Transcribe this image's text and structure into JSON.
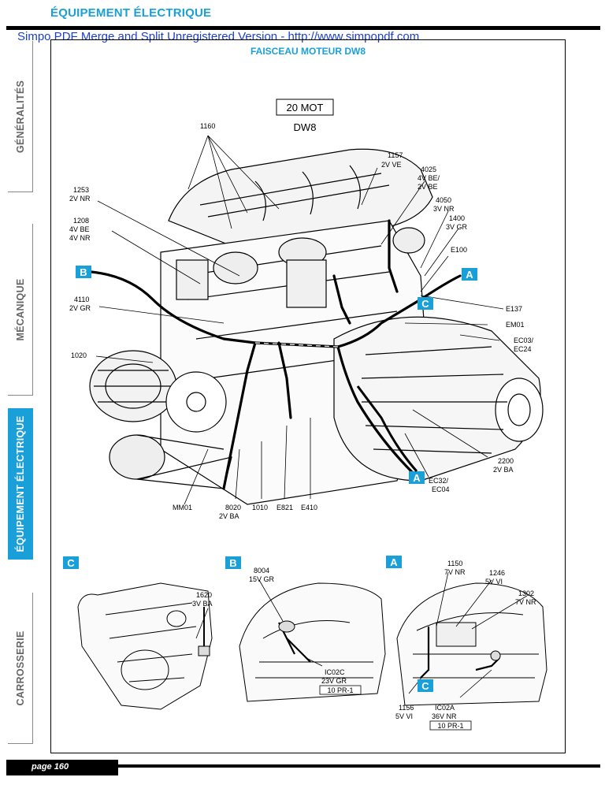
{
  "header": {
    "section_title": "ÉQUIPEMENT ÉLECTRIQUE",
    "watermark": "Simpo PDF Merge and Split Unregistered Version - http://www.simpopdf.com",
    "doc_title": "FAISCEAU MOTEUR DW8"
  },
  "sidebar": {
    "tabs": [
      {
        "label": "GÉNÉRALITÉS",
        "active": false
      },
      {
        "label": "MÉCANIQUE",
        "active": false
      },
      {
        "label": "ÉQUIPEMENT ÉLECTRIQUE",
        "active": true
      },
      {
        "label": "CARROSSERIE",
        "active": false
      }
    ]
  },
  "main_diagram": {
    "box_label": "20 MOT",
    "engine_code": "DW8",
    "callouts": {
      "c1160": "1160",
      "c1157": [
        "1157",
        "2V VE"
      ],
      "c4025": [
        "4025",
        "4V BE/",
        "2V BE"
      ],
      "c1253": [
        "1253",
        "2V NR"
      ],
      "c4050": [
        "4050",
        "3V NR"
      ],
      "c1400": [
        "1400",
        "3V GR"
      ],
      "c1208": [
        "1208",
        "4V BE",
        "4V NR"
      ],
      "cE100": "E100",
      "c4110": [
        "4110",
        "2V GR"
      ],
      "cE137": "E137",
      "cEM01": "EM01",
      "cEC03": [
        "EC03/",
        "EC24"
      ],
      "c1020": "1020",
      "c2200": [
        "2200",
        "2V BA"
      ],
      "cEC32": [
        "EC32/",
        "EC04"
      ],
      "cMM01": "MM01",
      "c8020": [
        "8020",
        "2V BA"
      ],
      "c1010": "1010",
      "cE821": "E821",
      "cE410": "E410"
    },
    "markers": [
      "A",
      "B",
      "C"
    ]
  },
  "detail_c": {
    "marker": "C",
    "callouts": {
      "c1620": [
        "1620",
        "3V BA"
      ]
    }
  },
  "detail_b": {
    "marker": "B",
    "callouts": {
      "c8004": [
        "8004",
        "15V GR"
      ],
      "cIC02C": [
        "IC02C",
        "23V GR"
      ],
      "ref": "10 PR-1"
    }
  },
  "detail_a": {
    "marker": "A",
    "sub_marker": "C",
    "callouts": {
      "c1150": [
        "1150",
        "7V NR"
      ],
      "c1246": [
        "1246",
        "5V VI"
      ],
      "c1302": [
        "1302",
        "7V NR"
      ],
      "c1156": [
        "1156",
        "5V VI"
      ],
      "cIC02A": [
        "IC02A",
        "36V NR"
      ],
      "ref": "10 PR-1"
    }
  },
  "footer": {
    "page": "page 160"
  },
  "colors": {
    "accent": "#1aa0d8",
    "watermark": "#1a3fd0",
    "ink": "#000000"
  }
}
